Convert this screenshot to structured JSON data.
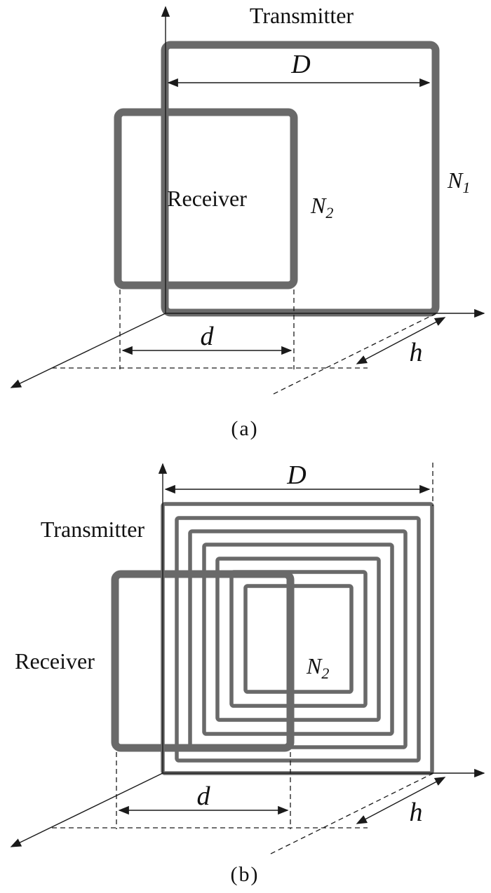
{
  "colors": {
    "coil": "#696969",
    "line": "#1a1a1a"
  },
  "figure_a": {
    "transmitter_label": "Transmitter",
    "receiver_label": "Receiver",
    "dim_D": "D",
    "dim_d": "d",
    "dim_h": "h",
    "turns_primary": {
      "base": "N",
      "sub": "1"
    },
    "turns_secondary": {
      "base": "N",
      "sub": "2"
    },
    "caption": "(a)"
  },
  "figure_b": {
    "transmitter_label": "Transmitter",
    "receiver_label": "Receiver",
    "dim_D": "D",
    "dim_d": "d",
    "dim_h": "h",
    "turns_secondary": {
      "base": "N",
      "sub": "2"
    },
    "caption": "(b)"
  }
}
